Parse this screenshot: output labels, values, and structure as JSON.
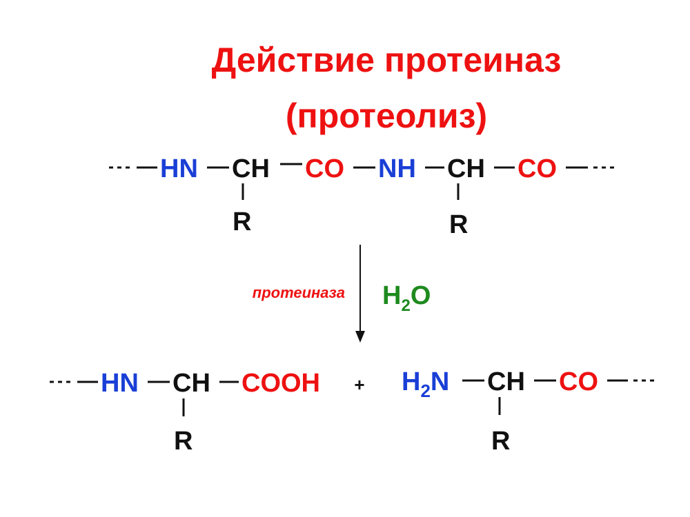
{
  "title": {
    "line1": "Действие протеиназ",
    "line2": "(протеолиз)"
  },
  "colors": {
    "title": "#ee1111",
    "amino": "#1a3fd6",
    "carbonyl": "#ee1111",
    "backbone": "#111111",
    "water": "#1e8a1e"
  },
  "peptide": {
    "dots_left": "---",
    "hn": "HN",
    "ch1": "CH",
    "co1": "CO",
    "nh": "NH",
    "ch2": "CH",
    "co2": "CO",
    "dots_right": "---",
    "r1": "R",
    "r2": "R"
  },
  "reaction": {
    "enzyme": "протеиназа",
    "water_h": "H",
    "water_sub": "2",
    "water_o": "O"
  },
  "products": {
    "left": {
      "dots": "---",
      "hn": "HN",
      "ch": "CH",
      "cooh": "COOH",
      "r": "R"
    },
    "plus": "+",
    "right": {
      "h": "H",
      "sub": "2",
      "n": "N",
      "ch": "CH",
      "co": "CO",
      "dots": "---",
      "r": "R"
    }
  }
}
